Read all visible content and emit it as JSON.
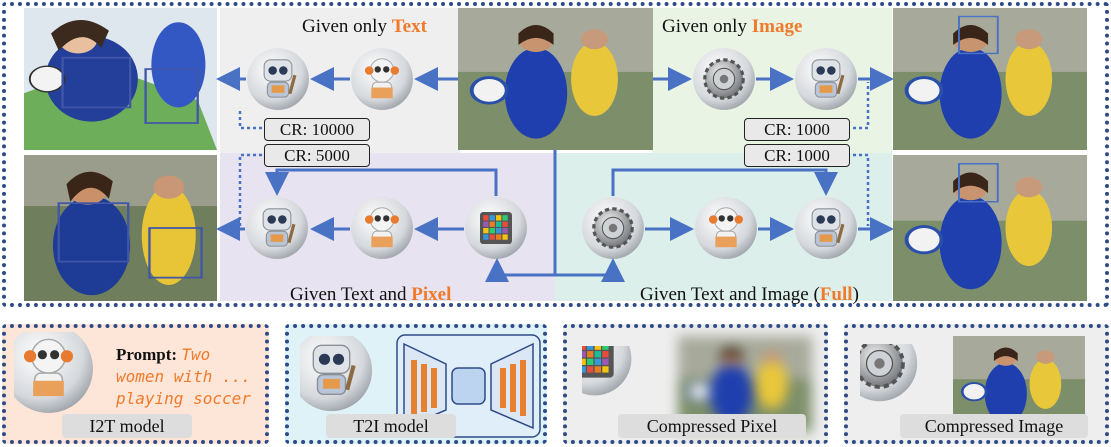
{
  "sections": {
    "text_only": {
      "prefix": "Given only ",
      "highlight": "Text"
    },
    "image_only": {
      "prefix": "Given only ",
      "highlight": "Image"
    },
    "text_pixel": {
      "prefix": "Given Text and ",
      "highlight": "Pixel"
    },
    "full": {
      "prefix": "Given Text and Image (",
      "highlight": "Full",
      "suffix": ")"
    }
  },
  "compression_ratios": {
    "text_only": "CR: 10000",
    "text_pixel": "CR: 5000",
    "image_only": "CR: 1000",
    "full": "CR: 1000"
  },
  "legend": {
    "i2t": {
      "label": "I2T model",
      "prompt_head": "Prompt:",
      "prompt_text": [
        "Two",
        "women with ...",
        "playing soccer"
      ]
    },
    "t2i": {
      "label": "T2I model"
    },
    "pixel": {
      "label": "Compressed Pixel"
    },
    "image": {
      "label": "Compressed Image"
    }
  },
  "colors": {
    "accent": "#f07a2a",
    "frame": "#2f4b87",
    "arrow": "#4a72c4",
    "bg_text": "#efefef",
    "bg_image": "#e9f4e4",
    "bg_pixel": "#e7e3f1",
    "bg_full": "#dcefeb",
    "bg_i2t": "#fde6d8",
    "bg_t2i": "#dff2f8"
  },
  "icons": [
    "robot-i2t-icon",
    "robot-t2i-icon",
    "gear-codec-icon",
    "pixel-grid-icon"
  ]
}
